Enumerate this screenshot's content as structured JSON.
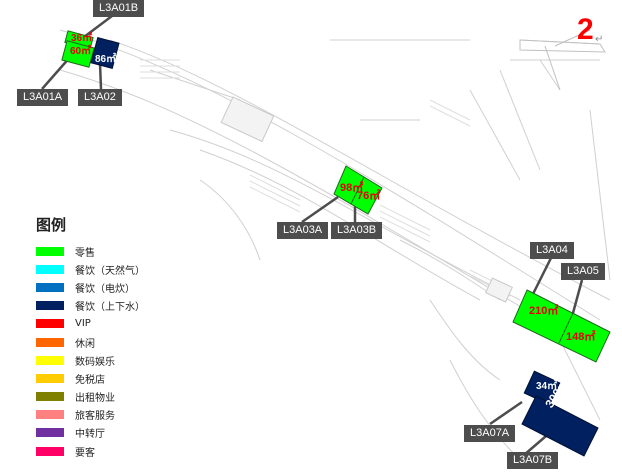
{
  "page_number": "2",
  "page_mark": "↵",
  "legend": {
    "title": "图例",
    "items": [
      {
        "label": "零售",
        "color": "#00ff00"
      },
      {
        "label": "餐饮（天然气）",
        "color": "#00ffff"
      },
      {
        "label": "餐饮（电炊）",
        "color": "#0070c0"
      },
      {
        "label": "餐饮（上下水）",
        "color": "#002060"
      },
      {
        "label": "VIP",
        "color": "#ff0000"
      },
      {
        "label": "休闲",
        "color": "#ff6600"
      },
      {
        "label": "数码娱乐",
        "color": "#ffff00"
      },
      {
        "label": "免税店",
        "color": "#ffcc00"
      },
      {
        "label": "出租物业",
        "color": "#808000"
      },
      {
        "label": "旅客服务",
        "color": "#ff8080"
      },
      {
        "label": "中转厅",
        "color": "#7030a0"
      },
      {
        "label": "要客",
        "color": "#ff0066"
      }
    ]
  },
  "units": [
    {
      "id": "L3A01B",
      "area": "36㎡",
      "category": "零售"
    },
    {
      "id": "L3A01A",
      "area": "60㎡",
      "category": "零售"
    },
    {
      "id": "L3A02",
      "area": "86㎡",
      "category": "餐饮（上下水）"
    },
    {
      "id": "L3A03A",
      "area": "98㎡",
      "category": "零售"
    },
    {
      "id": "L3A03B",
      "area": "76㎡",
      "category": "零售"
    },
    {
      "id": "L3A04",
      "area": "210㎡",
      "category": "零售"
    },
    {
      "id": "L3A05",
      "area": "148㎡",
      "category": "零售"
    },
    {
      "id": "L3A07A",
      "area": "34㎡",
      "category": "餐饮（上下水）"
    },
    {
      "id": "L3A07B",
      "area": "300㎡",
      "category": "餐饮（上下水）"
    }
  ]
}
